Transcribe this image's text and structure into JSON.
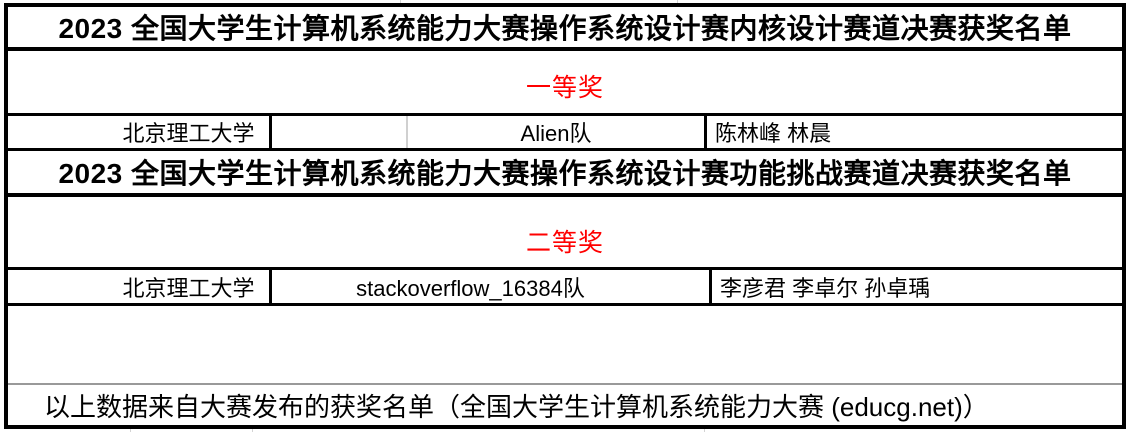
{
  "page": {
    "background": "#ffffff",
    "border_color": "#000000",
    "gridline_color": "#d4d4d4",
    "award_text_color": "#ff0000"
  },
  "section1": {
    "title": "2023 全国大学生计算机系统能力大赛操作系统设计赛内核设计赛道决赛获奖名单",
    "award_level": "一等奖",
    "row": {
      "school": "北京理工大学",
      "team": "Alien队",
      "members": "陈林峰 林晨"
    }
  },
  "section2": {
    "title": "2023 全国大学生计算机系统能力大赛操作系统设计赛功能挑战赛道决赛获奖名单",
    "award_level": "二等奖",
    "row": {
      "school": "北京理工大学",
      "team": "stackoverflow_16384队",
      "members": "李彦君 李卓尔 孙卓瑀"
    }
  },
  "footer": {
    "note": "以上数据来自大赛发布的获奖名单（全国大学生计算机系统能力大赛 (educg.net)）"
  }
}
